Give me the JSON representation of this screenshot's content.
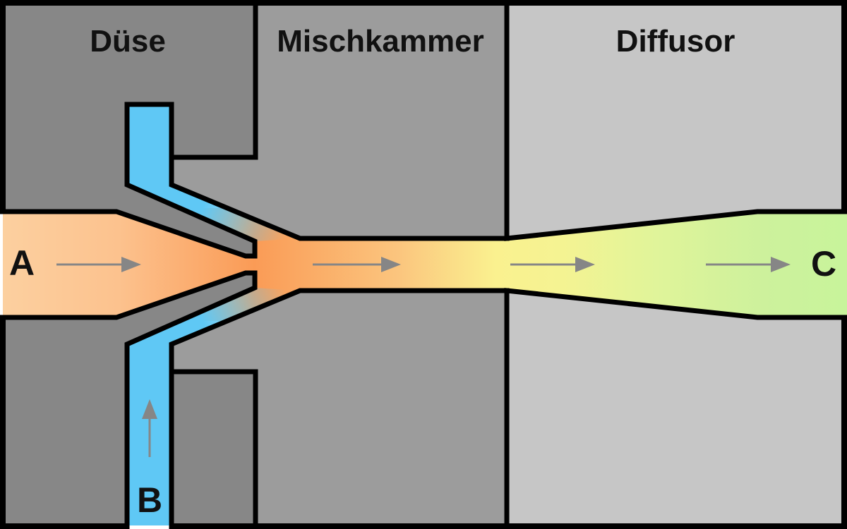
{
  "diagram": {
    "kind": "jet-pump-ejector-cross-section",
    "sections": [
      {
        "label": "Düse"
      },
      {
        "label": "Mischkammer"
      },
      {
        "label": "Diffusor"
      }
    ],
    "ports": {
      "inlet_left": "A",
      "inlet_bottom": "B",
      "outlet_right": "C"
    },
    "arrows": [
      {
        "name": "inlet-a-arrow",
        "direction": "right"
      },
      {
        "name": "mixing-chamber-arrow",
        "direction": "right"
      },
      {
        "name": "diffusor-arrow-left",
        "direction": "right"
      },
      {
        "name": "diffusor-arrow-right",
        "direction": "right"
      },
      {
        "name": "inlet-b-arrow",
        "direction": "up"
      }
    ],
    "colors": {
      "primary_flow_inlet": "#fcd0a0",
      "primary_flow_throat": "#fa9b56",
      "mixed_flow_yellow": "#f9f491",
      "outlet_flow_green": "#c8f49b",
      "suction_flow_blue": "#5fc8f5",
      "block_dark_gray": "#878787",
      "block_medium_gray": "#9c9c9c",
      "block_light_gray": "#c6c6c6",
      "arrow_gray": "#868686",
      "outline_black": "#000000"
    }
  }
}
